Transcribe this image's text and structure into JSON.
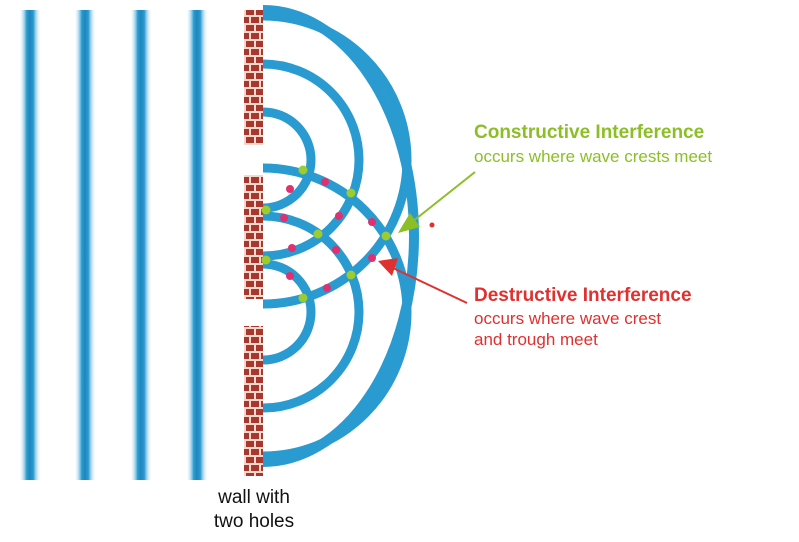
{
  "colors": {
    "wave": "#2a9bd0",
    "brick": "#a8372e",
    "mortar": "#f1d9cf",
    "constructive": "#8cbf26",
    "destructive": "#e0302f",
    "caption": "#111111"
  },
  "wall_caption": {
    "line1": "wall with",
    "line2": "two holes"
  },
  "constructive": {
    "title": "Constructive Interference",
    "description": "occurs where wave crests meet"
  },
  "destructive": {
    "title": "Destructive Interference",
    "description_line1": "occurs where wave crest",
    "description_line2": "and trough meet"
  }
}
